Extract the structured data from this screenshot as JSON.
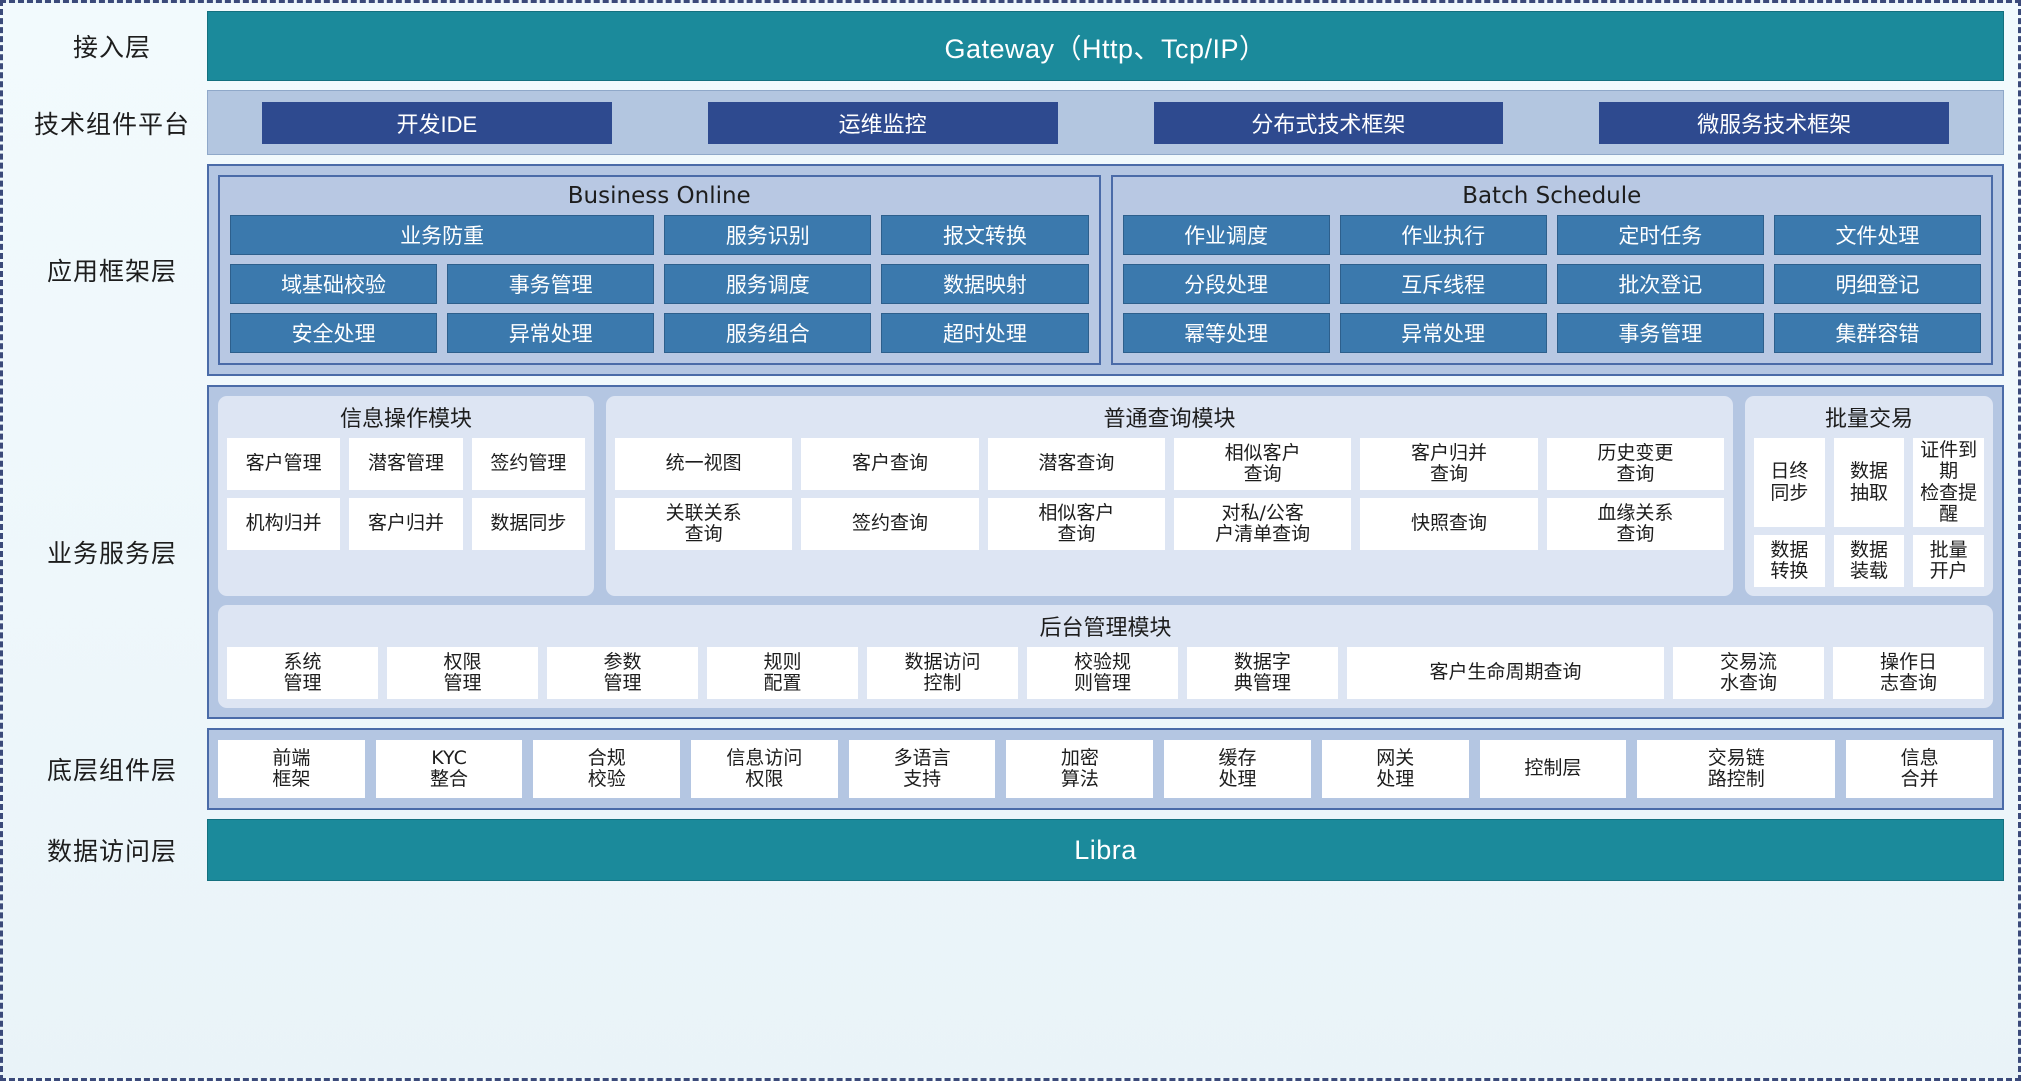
{
  "layers": [
    {
      "key": "access",
      "label": "接入层"
    },
    {
      "key": "tech",
      "label": "技术组件平台"
    },
    {
      "key": "appfw",
      "label": "应用框架层"
    },
    {
      "key": "service",
      "label": "业务服务层"
    },
    {
      "key": "base",
      "label": "底层组件层"
    },
    {
      "key": "data",
      "label": "数据访问层"
    }
  ],
  "access": {
    "gateway_label": "Gateway（Http、Tcp/IP）"
  },
  "tech": {
    "chips": [
      "开发IDE",
      "运维监控",
      "分布式技术框架",
      "微服务技术框架"
    ]
  },
  "appfw": {
    "business_online": {
      "title": "Business Online",
      "rows": [
        [
          "业务防重",
          "服务识别",
          "报文转换"
        ],
        [
          "域基础校验",
          "事务管理",
          "服务调度",
          "数据映射"
        ],
        [
          "安全处理",
          "异常处理",
          "服务组合",
          "超时处理"
        ]
      ]
    },
    "batch_schedule": {
      "title": "Batch Schedule",
      "rows": [
        [
          "作业调度",
          "作业执行",
          "定时任务",
          "文件处理"
        ],
        [
          "分段处理",
          "互斥线程",
          "批次登记",
          "明细登记"
        ],
        [
          "幂等处理",
          "异常处理",
          "事务管理",
          "集群容错"
        ]
      ]
    }
  },
  "service": {
    "info_module": {
      "title": "信息操作模块",
      "rows": [
        [
          "客户管理",
          "潜客管理",
          "签约管理"
        ],
        [
          "机构归并",
          "客户归并",
          "数据同步"
        ]
      ]
    },
    "query_module": {
      "title": "普通查询模块",
      "rows": [
        [
          "统一视图",
          "客户查询",
          "潜客查询",
          "相似客户\n查询",
          "客户归并\n查询",
          "历史变更\n查询"
        ],
        [
          "关联关系\n查询",
          "签约查询",
          "相似客户\n查询",
          "对私/公客\n户清单查询",
          "快照查询",
          "血缘关系\n查询"
        ]
      ]
    },
    "batch_trade": {
      "title": "批量交易",
      "rows": [
        [
          "日终\n同步",
          "数据\n抽取",
          "证件到期\n检查提醒"
        ],
        [
          "数据\n转换",
          "数据\n装载",
          "批量\n开户"
        ]
      ]
    },
    "admin_module": {
      "title": "后台管理模块",
      "cells": [
        "系统\n管理",
        "权限\n管理",
        "参数\n管理",
        "规则\n配置",
        "数据访问\n控制",
        "校验规\n则管理",
        "数据字\n典管理",
        "客户生命周期查询",
        "交易流\n水查询",
        "操作日\n志查询"
      ]
    }
  },
  "base": {
    "cells": [
      "前端\n框架",
      "KYC\n整合",
      "合规\n校验",
      "信息访问\n权限",
      "多语言\n支持",
      "加密\n算法",
      "缓存\n处理",
      "网关\n处理",
      "控制层",
      "交易链\n路控制",
      "信息\n合并"
    ]
  },
  "data": {
    "libra_label": "Libra"
  },
  "colors": {
    "teal": "#1b8a9b",
    "band_blue": "#b4c6e2",
    "chip_dark_blue": "#2e4a8f",
    "chip_blue": "#3b79ad",
    "card_bg": "#dde5f3",
    "border_blue": "#4a6ba8"
  }
}
